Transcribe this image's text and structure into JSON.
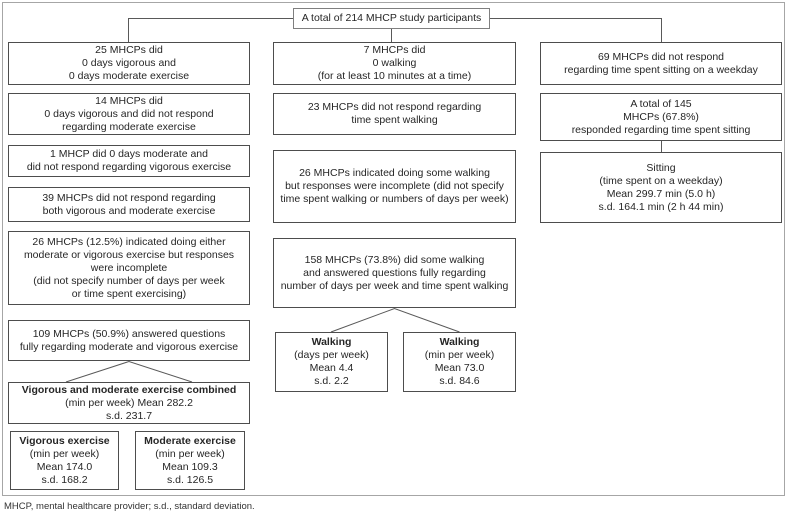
{
  "root_box": {
    "text": "A total of 214 MHCP study participants"
  },
  "left_column": {
    "box_0days_both": [
      "25 MHCPs did",
      "0 days vigorous and",
      "0 days moderate exercise"
    ],
    "box_0days_vigorous": [
      "14 MHCPs did",
      "0 days vigorous and did not respond",
      "regarding moderate exercise"
    ],
    "box_0days_moderate": [
      "1 MHCP did 0 days moderate and",
      "did not respond regarding vigorous exercise"
    ],
    "box_no_response": [
      "39 MHCPs did not respond regarding",
      "both vigorous and moderate exercise"
    ],
    "box_incomplete": [
      "26 MHCPs (12.5%) indicated doing either",
      "moderate or vigorous exercise but responses",
      "were incomplete",
      "(did not specify number of days per week",
      "or time spent exercising)"
    ],
    "box_answered_fully": [
      "109 MHCPs (50.9%) answered questions",
      "fully regarding moderate and vigorous exercise"
    ],
    "box_combined": {
      "title": "Vigorous and moderate exercise combined",
      "lines": [
        "(min per week) Mean 282.2",
        "s.d. 231.7"
      ]
    },
    "box_vigorous": {
      "title": "Vigorous exercise",
      "lines": [
        "(min per week)",
        "Mean 174.0",
        "s.d. 168.2"
      ]
    },
    "box_moderate": {
      "title": "Moderate exercise",
      "lines": [
        "(min per week)",
        "Mean 109.3",
        "s.d. 126.5"
      ]
    }
  },
  "middle_column": {
    "box_0_walking": [
      "7 MHCPs did",
      "0 walking",
      "(for at least 10 minutes at a time)"
    ],
    "box_no_response": [
      "23 MHCPs did not respond regarding",
      "time spent walking"
    ],
    "box_incomplete": [
      "26 MHCPs indicated doing some walking",
      "but responses were incomplete (did not specify",
      "time spent walking or numbers of days per week)"
    ],
    "box_answered_fully": [
      "158 MHCPs (73.8%) did some walking",
      "and answered questions fully regarding",
      "number of days per week and time spent walking"
    ],
    "box_walking_days": {
      "title": "Walking",
      "lines": [
        "(days per week)",
        "Mean 4.4",
        "s.d. 2.2"
      ]
    },
    "box_walking_min": {
      "title": "Walking",
      "lines": [
        "(min per week)",
        "Mean 73.0",
        "s.d. 84.6"
      ]
    }
  },
  "right_column": {
    "box_no_response": [
      "69 MHCPs did not respond",
      "regarding time spent sitting on a weekday"
    ],
    "box_responded": [
      "A total of 145",
      "MHCPs (67.8%)",
      "responded regarding time spent sitting"
    ],
    "box_sitting": [
      "Sitting",
      "(time spent on a weekday)",
      "Mean 299.7 min (5.0 h)",
      "s.d. 164.1 min (2 h 44 min)"
    ]
  },
  "footnote": "MHCP, mental healthcare provider; s.d., standard deviation.",
  "colors": {
    "box_border": "#4d4d4d",
    "frame_border": "#a6a6a6",
    "connector": "#595959",
    "text": "#262626"
  }
}
